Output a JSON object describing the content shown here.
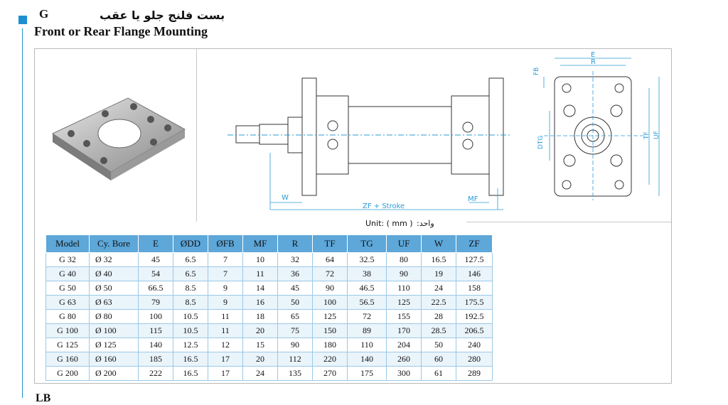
{
  "header": {
    "code": "G",
    "title_fa": "بست فلنج جلو یا عقب",
    "title_en": "Front or Rear Flange Mounting"
  },
  "drawing_labels": {
    "w": "W",
    "zf_stroke": "ZF + Stroke",
    "mf": "MF",
    "e": "E",
    "r": "R",
    "fb": "FB",
    "dtg": "DTG",
    "tf": "TF",
    "uf": "UF"
  },
  "unit": {
    "label": "Unit:  ( mm )",
    "label_fa": "واحد:"
  },
  "table": {
    "headers": [
      "Model",
      "Cy. Bore",
      "E",
      "ØDD",
      "ØFB",
      "MF",
      "R",
      "TF",
      "TG",
      "UF",
      "W",
      "ZF"
    ],
    "rows": [
      [
        "G 32",
        "Ø 32",
        "45",
        "6.5",
        "7",
        "10",
        "32",
        "64",
        "32.5",
        "80",
        "16.5",
        "127.5"
      ],
      [
        "G 40",
        "Ø 40",
        "54",
        "6.5",
        "7",
        "11",
        "36",
        "72",
        "38",
        "90",
        "19",
        "146"
      ],
      [
        "G 50",
        "Ø 50",
        "66.5",
        "8.5",
        "9",
        "14",
        "45",
        "90",
        "46.5",
        "110",
        "24",
        "158"
      ],
      [
        "G 63",
        "Ø 63",
        "79",
        "8.5",
        "9",
        "16",
        "50",
        "100",
        "56.5",
        "125",
        "22.5",
        "175.5"
      ],
      [
        "G 80",
        "Ø 80",
        "100",
        "10.5",
        "11",
        "18",
        "65",
        "125",
        "72",
        "155",
        "28",
        "192.5"
      ],
      [
        "G 100",
        "Ø 100",
        "115",
        "10.5",
        "11",
        "20",
        "75",
        "150",
        "89",
        "170",
        "28.5",
        "206.5"
      ],
      [
        "G 125",
        "Ø 125",
        "140",
        "12.5",
        "12",
        "15",
        "90",
        "180",
        "110",
        "204",
        "50",
        "240"
      ],
      [
        "G 160",
        "Ø 160",
        "185",
        "16.5",
        "17",
        "20",
        "112",
        "220",
        "140",
        "260",
        "60",
        "280"
      ],
      [
        "G 200",
        "Ø 200",
        "222",
        "16.5",
        "17",
        "24",
        "135",
        "270",
        "175",
        "300",
        "61",
        "289"
      ]
    ]
  },
  "footer": {
    "next_section": "LB"
  },
  "colors": {
    "accent": "#1d8fd1",
    "table_header": "#5da7d9",
    "dim_line": "#2a9bd6"
  }
}
